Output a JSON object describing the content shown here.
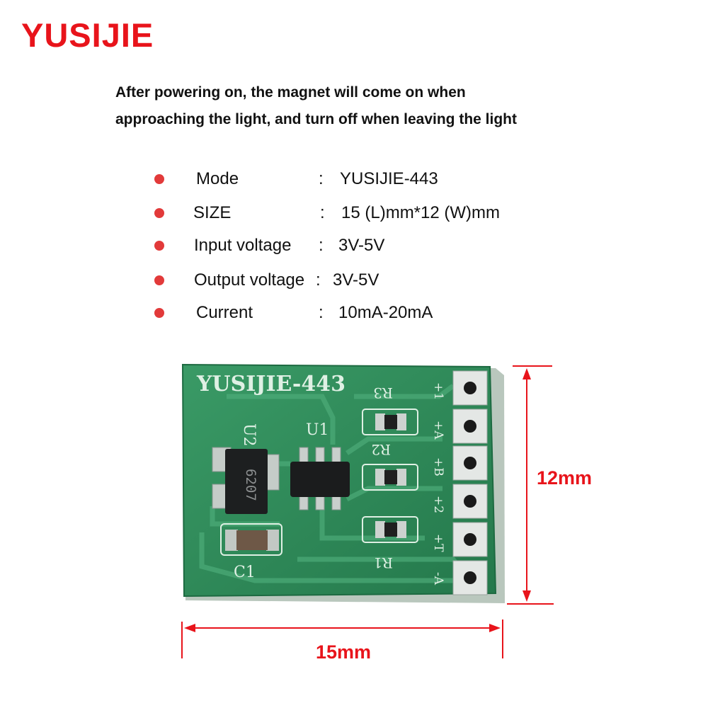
{
  "brand": "YUSIJIE",
  "description": {
    "line1": "After powering on, the magnet will come on when",
    "line2": "approaching the light, and turn off when leaving the light"
  },
  "specs": [
    {
      "label": "Mode",
      "separator": ":",
      "value": "YUSIJIE-443"
    },
    {
      "label": "SIZE",
      "separator": ":",
      "value": "15 (L)mm*12 (W)mm"
    },
    {
      "label": "Input voltage",
      "separator": ":",
      "value": "3V-5V"
    },
    {
      "label": "Output voltage",
      "separator": ":",
      "value": "3V-5V"
    },
    {
      "label": "Current",
      "separator": ":",
      "value": "10mA-20mA"
    }
  ],
  "board": {
    "silkscreen_title": "YUSIJIE-443",
    "components": {
      "u1": "U1",
      "u2": "U2",
      "u2_marking": "6207",
      "c1": "C1",
      "r1": "R1",
      "r2": "R2",
      "r3": "R3"
    },
    "pins": [
      "+1",
      "+A",
      "+B",
      "+2",
      "+T",
      "-A"
    ]
  },
  "dimensions": {
    "height": "12mm",
    "width": "15mm"
  },
  "colors": {
    "brand": "#e8141b",
    "bullet": "#e23a3a",
    "pcb": "#2f8f5b",
    "dimension": "#e8141b"
  }
}
